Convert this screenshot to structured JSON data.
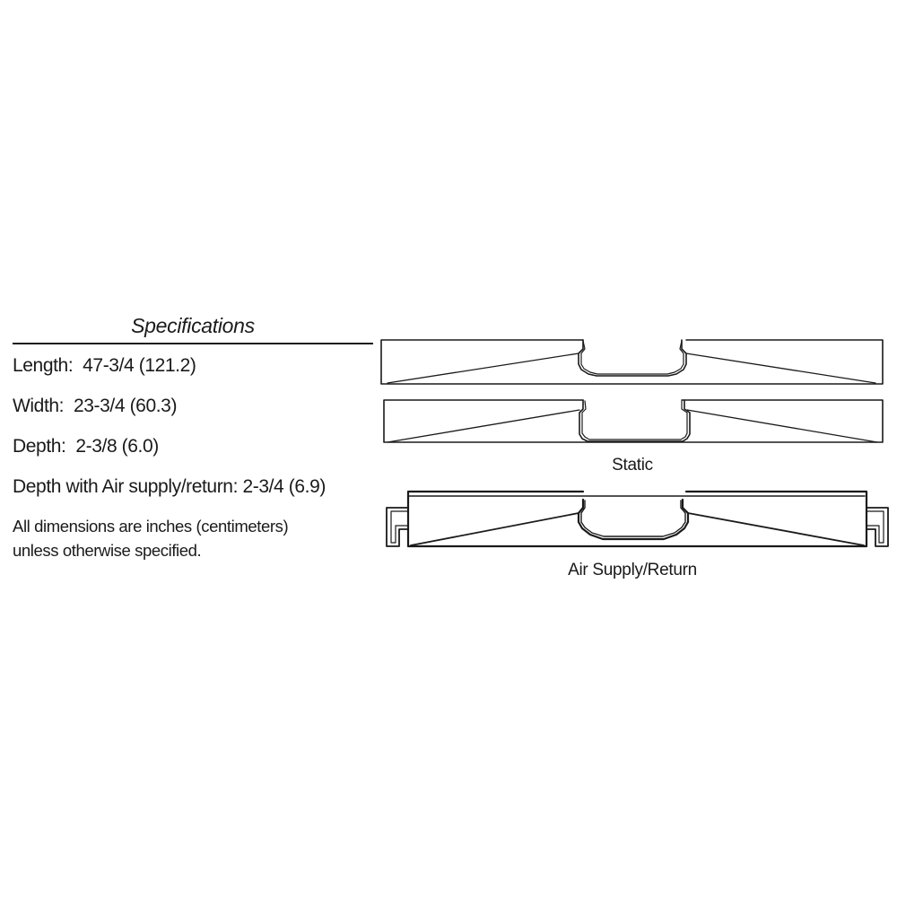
{
  "specifications": {
    "title": "Specifications",
    "items": [
      {
        "label": "Length:",
        "value": "47-3/4 (121.2)"
      },
      {
        "label": "Width:",
        "value": "23-3/4 (60.3)"
      },
      {
        "label": "Depth:",
        "value": "2-3/8  (6.0)"
      },
      {
        "label": "Depth with Air supply/return:",
        "value": "2-3/4 (6.9)"
      }
    ],
    "note_line1": "All dimensions are inches (centimeters)",
    "note_line2": "unless otherwise specified."
  },
  "diagrams": {
    "static_caption": "Static",
    "air_caption": "Air Supply/Return"
  }
}
